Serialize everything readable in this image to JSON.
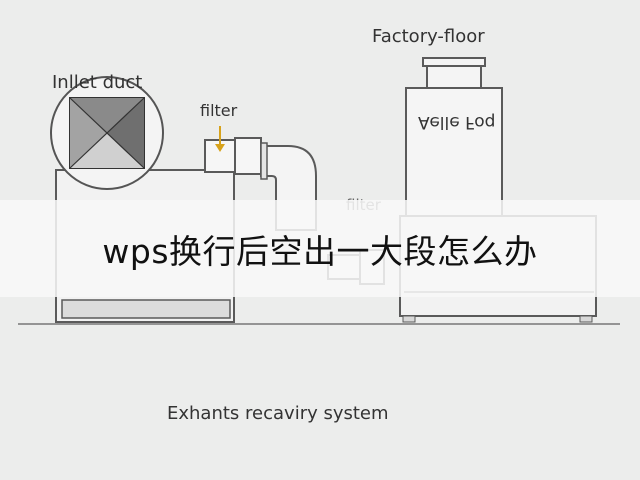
{
  "labels": {
    "factory_floor": "Factory-floor",
    "inlet_duct": "Inllet duct",
    "filter_1": "filter",
    "filter_2": "filter",
    "box_label": "Aelle Foq",
    "exhaust_system": "Exhants recaviry system"
  },
  "overlay": {
    "title": "wps换行后空出一大段怎么办"
  },
  "colors": {
    "background": "#ecedec",
    "stroke": "#5a5a5a",
    "filter_arrow": "#d7a21b"
  }
}
